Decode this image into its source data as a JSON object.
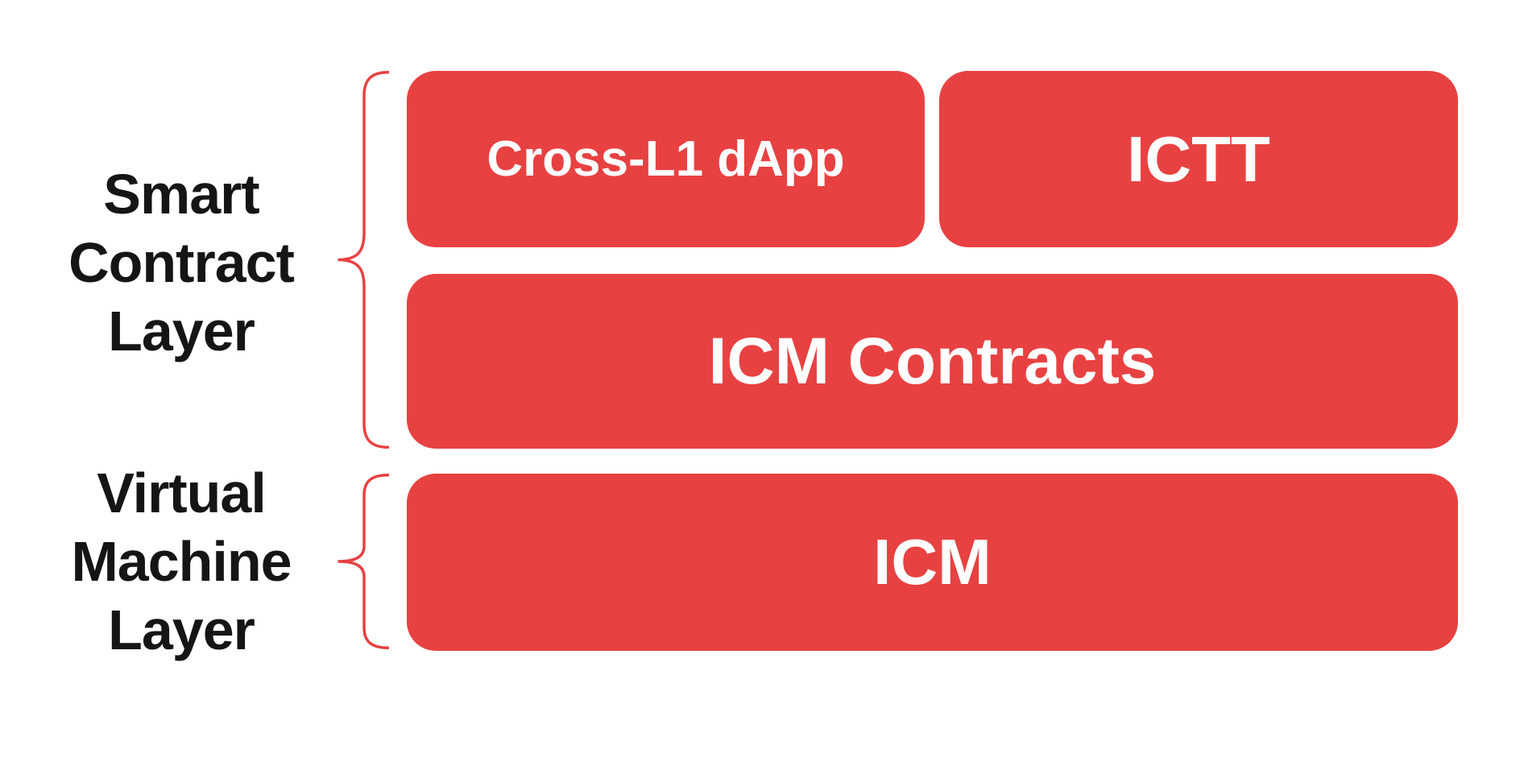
{
  "colors": {
    "box_red": "#e84142",
    "brace_red": "#e84142",
    "label_black": "#151515",
    "box_text_white": "#ffffff",
    "background": "#ffffff"
  },
  "layer_groups": [
    {
      "name": "smart-contract-layer",
      "label_lines": [
        "Smart",
        "Contract",
        "Layer"
      ],
      "boxes": [
        {
          "label": "Cross-L1 dApp"
        },
        {
          "label": "ICTT"
        },
        {
          "label": "ICM Contracts"
        }
      ]
    },
    {
      "name": "virtual-machine-layer",
      "label_lines": [
        "Virtual",
        "Machine",
        "Layer"
      ],
      "boxes": [
        {
          "label": "ICM"
        }
      ]
    }
  ]
}
